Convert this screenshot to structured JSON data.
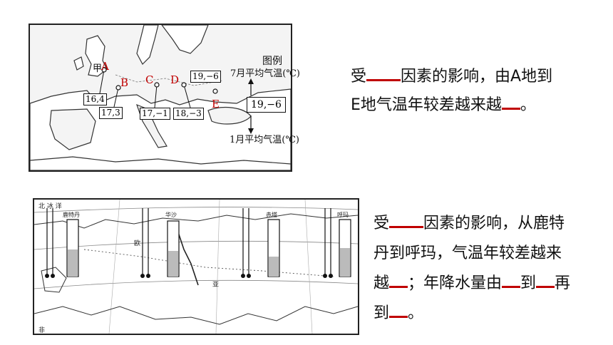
{
  "map1": {
    "jia": "甲",
    "points": [
      {
        "label": "A",
        "values": "16,4"
      },
      {
        "label": "B",
        "values": "17,3"
      },
      {
        "label": "C",
        "values": "17,−1"
      },
      {
        "label": "D",
        "values": "18,−3"
      },
      {
        "label": "E",
        "values": "19,−6"
      }
    ],
    "legend": {
      "title": "图例",
      "july": "7月平均气温(℃)",
      "sample": "19,−6",
      "jan": "1月平均气温(℃)"
    }
  },
  "q1": {
    "p1": "受",
    "p2": "因素的影响，由A地到",
    "p3": "E地气温年较差越来越",
    "p4": "。"
  },
  "map2": {
    "cities": [
      "鹿特丹",
      "华沙",
      "赤塔",
      "呼玛"
    ],
    "labels": {
      "europe": "欧",
      "asia": "亚",
      "ocean": "北 冰 洋",
      "africa": "非"
    }
  },
  "q2": {
    "p1": "受",
    "p2": "因素的影响，从鹿特",
    "p3": "丹到呼玛，气温年较差越来",
    "p4": "越",
    "p5": "；年降水量由",
    "p6": "到",
    "p7": "再",
    "p8": "到",
    "p9": "。"
  }
}
